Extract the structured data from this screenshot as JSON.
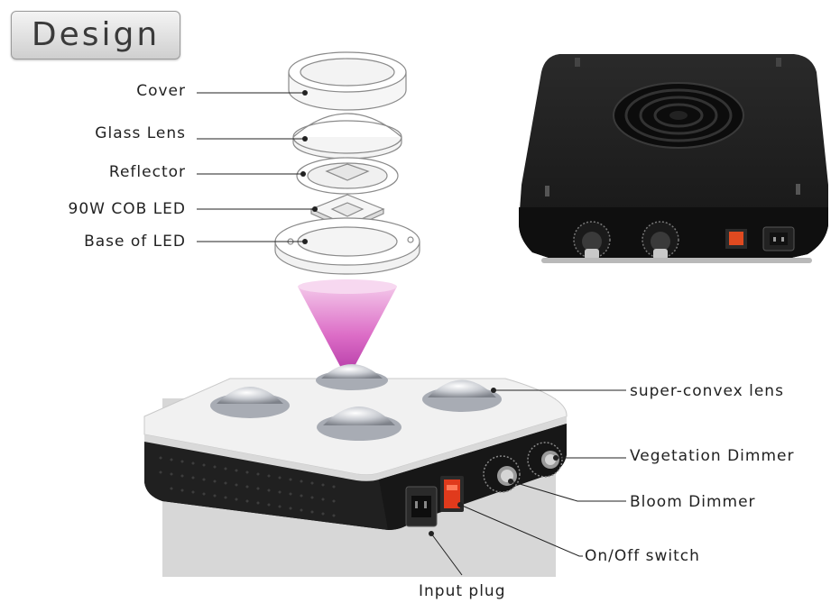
{
  "title": "Design",
  "exploded_parts": [
    {
      "label": "Cover"
    },
    {
      "label": "Glass Lens"
    },
    {
      "label": "Reflector"
    },
    {
      "label": "90W COB LED"
    },
    {
      "label": "Base of LED"
    }
  ],
  "callouts": {
    "lens": "super-convex lens",
    "vegetation_dimmer": "Vegetation Dimmer",
    "bloom_dimmer": "Bloom Dimmer",
    "switch": "On/Off switch",
    "input_plug": "Input plug"
  },
  "colors": {
    "beam": "#d040b0",
    "switch": "#e03a1c",
    "housing": "#1c1c1c",
    "panel": "#eeeeee",
    "backdrop": "#d8d8d8"
  }
}
